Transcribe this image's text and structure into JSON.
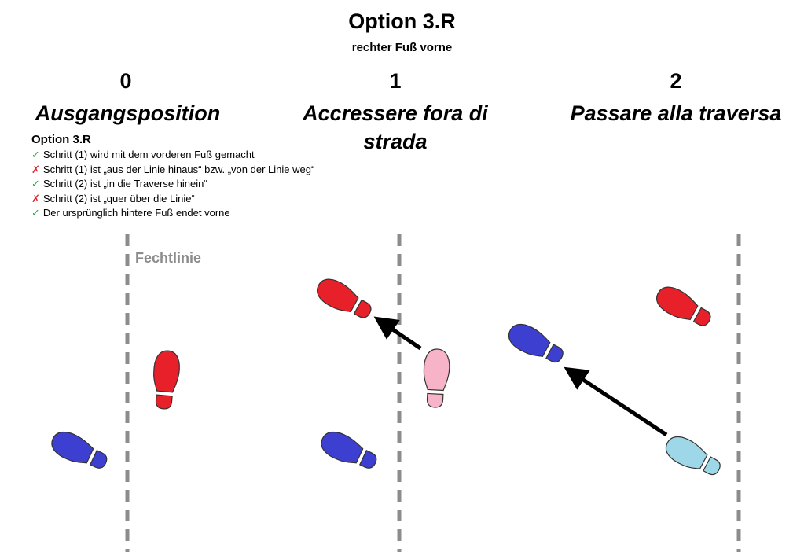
{
  "title": "Option 3.R",
  "subtitle": "rechter Fuß vorne",
  "steps": [
    {
      "number": "0",
      "label": "Ausgangsposition"
    },
    {
      "number": "1",
      "label": "Accressere fora di strada"
    },
    {
      "number": "2",
      "label": "Passare alla traversa"
    }
  ],
  "legend": {
    "heading": "Option 3.R",
    "items": [
      {
        "mark": "✓",
        "text": "Schritt (1) wird mit dem vorderen Fuß gemacht"
      },
      {
        "mark": "✗",
        "text": "Schritt (1) ist „aus der Linie hinaus“ bzw. „von der Linie weg“"
      },
      {
        "mark": "✓",
        "text": "Schritt (2) ist „in die Traverse hinein“"
      },
      {
        "mark": "✗",
        "text": "Schritt (2) ist „quer über die Linie“"
      },
      {
        "mark": "✓",
        "text": "Der ursprünglich hintere Fuß endet vorne"
      }
    ]
  },
  "line_label": "Fechtlinie",
  "colors": {
    "right_foot": "#e8202a",
    "left_foot": "#3c3fcf",
    "right_foot_prev": "#f7b3c8",
    "left_foot_prev": "#9ed8e8",
    "line": "#8c8c8c"
  }
}
